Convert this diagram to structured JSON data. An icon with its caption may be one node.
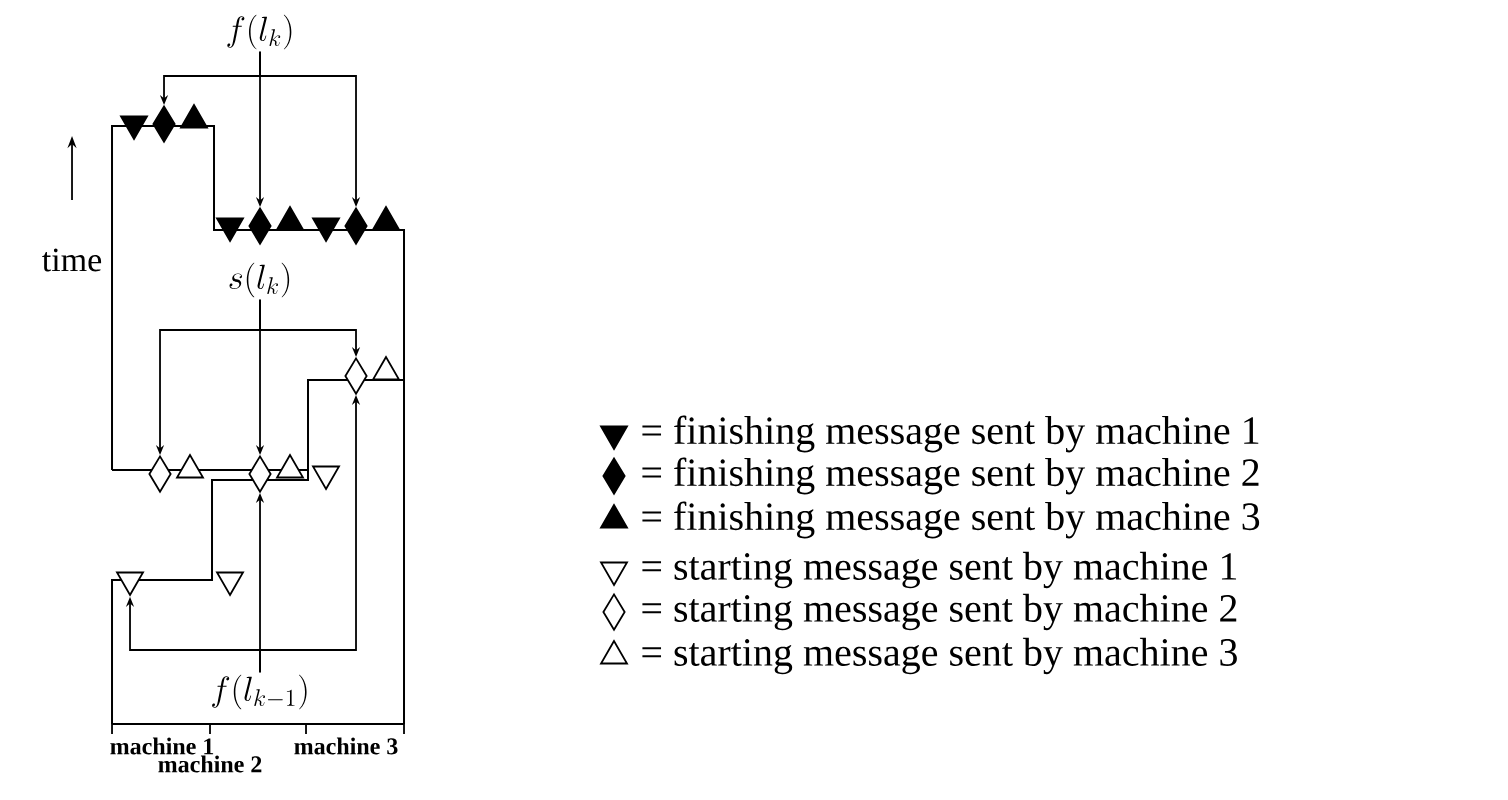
{
  "diagram": {
    "nodes": [
      {
        "text": [
          "f(l_k)"
        ]
      },
      {
        "text": [],
        "shape": "triangle"
      },
      {
        "text": [],
        "shape": "diamond"
      },
      {
        "text": [],
        "shape": "triangle"
      },
      {
        "text": [],
        "shape": "triangle"
      },
      {
        "text": [],
        "shape": "diamond"
      },
      {
        "text": [],
        "shape": "triangle"
      },
      {
        "text": [],
        "shape": "triangle"
      },
      {
        "text": [],
        "shape": "diamond"
      },
      {
        "text": [],
        "shape": "triangle"
      },
      {
        "text": [
          "s(l_k)"
        ]
      },
      {
        "text": [],
        "shape": "diamond"
      },
      {
        "text": [],
        "shape": "triangle"
      },
      {
        "text": [],
        "shape": "diamond"
      },
      {
        "text": [],
        "shape": "triangle"
      },
      {
        "text": [],
        "shape": "diamond"
      },
      {
        "text": [],
        "shape": "triangle"
      },
      {
        "text": [],
        "shape": "triangle"
      },
      {
        "text": [],
        "shape": "triangle"
      },
      {
        "text": [],
        "shape": "triangle"
      },
      {
        "text": [
          "f(l_{k-1})"
        ]
      }
    ],
    "edges": [
      {
        "from": 0,
        "to": 2,
        "arrow": "to"
      },
      {
        "from": 0,
        "to": 5,
        "arrow": "to"
      },
      {
        "from": 0,
        "to": 8,
        "arrow": "to"
      },
      {
        "from": 10,
        "to": 13,
        "arrow": "to"
      },
      {
        "from": 10,
        "to": 15,
        "arrow": "to"
      },
      {
        "from": 10,
        "to": 11,
        "arrow": "to"
      },
      {
        "from": 20,
        "to": 15,
        "arrow": "to"
      },
      {
        "from": 20,
        "to": 11,
        "arrow": "to"
      },
      {
        "from": 20,
        "to": 18,
        "arrow": "to"
      }
    ],
    "labels": [
      "time",
      "machine 1",
      "machine 3",
      "machine 2"
    ],
    "legend": [
      {
        "text": "= finishing message sent by machine 1"
      },
      {
        "text": "= finishing message sent by machine 2"
      },
      {
        "text": "= finishing message sent by machine 3"
      },
      {
        "text": "= starting message sent by machine 1"
      },
      {
        "text": "= starting message sent by machine 2"
      },
      {
        "text": "= starting message sent by machine 3"
      }
    ]
  }
}
